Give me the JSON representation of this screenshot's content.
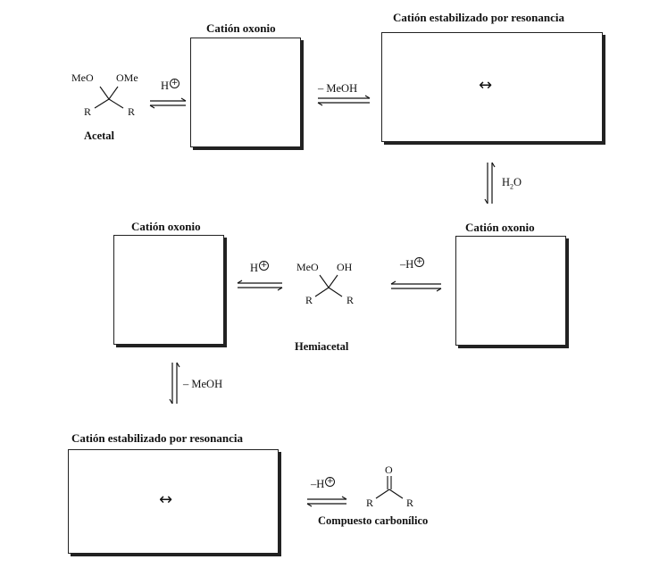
{
  "nodes": {
    "box1_title": "Catión oxonio",
    "box2_title": "Catión estabilizado por resonancia",
    "box3_title": "Catión oxonio",
    "box4_title": "Catión oxonio",
    "box5_title": "Catión estabilizado por resonancia"
  },
  "acetal": {
    "meo": "MeO",
    "ome": "OMe",
    "r_left": "R",
    "r_right": "R",
    "name": "Acetal"
  },
  "hemiacetal": {
    "meo": "MeO",
    "oh": "OH",
    "r_left": "R",
    "r_right": "R",
    "name": "Hemiacetal"
  },
  "carbonyl": {
    "o": "O",
    "r_left": "R",
    "r_right": "R",
    "name": "Compuesto carbonílico"
  },
  "reagents": {
    "h_plus": "H",
    "minus_meoh_1": "– MeOH",
    "water_h": "H",
    "water_sub": "2",
    "water_o": "O",
    "h_plus_2": "H",
    "minus_h_1": "–H",
    "minus_meoh_2": "– MeOH",
    "minus_h_2": "–H"
  },
  "symbols": {
    "resonance": "↔",
    "charge_plus": "+"
  }
}
